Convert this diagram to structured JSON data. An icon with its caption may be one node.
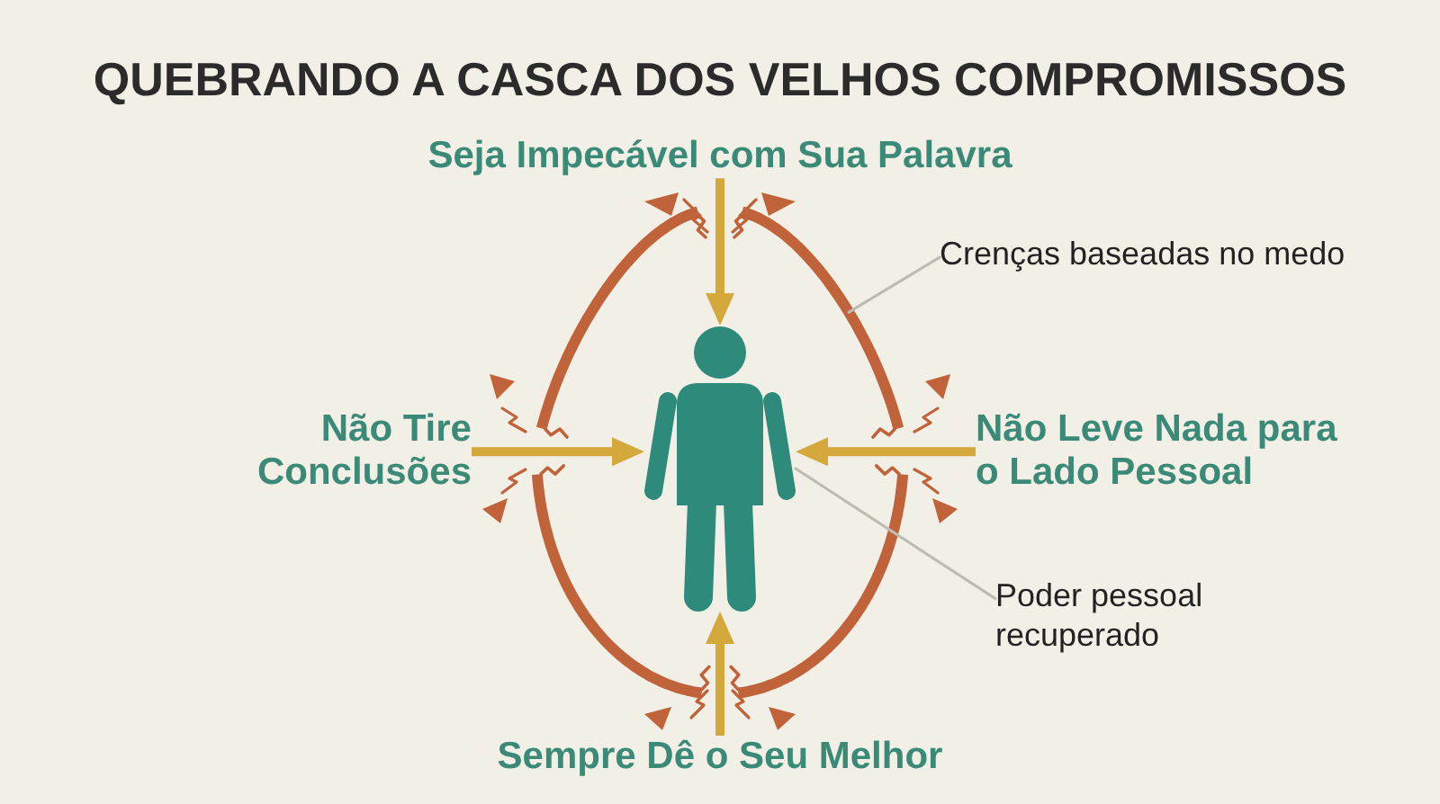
{
  "diagram": {
    "title": "QUEBRANDO A CASCA DOS VELHOS COMPROMISSOS",
    "nodes": [
      {
        "text": [
          "Seja Impecável com Sua Palavra"
        ]
      },
      {
        "text": [
          "Crenças baseadas no medo"
        ]
      },
      {
        "text": [],
        "shape": "egg"
      },
      {
        "text": [
          "Não Tire Conclusões"
        ]
      },
      {
        "text": [],
        "shape": "person",
        "in": 2
      },
      {
        "text": [
          "Não Leve Nada para o Lado Pessoal"
        ]
      },
      {
        "text": [
          "Poder pessoal recuperado"
        ]
      },
      {
        "text": [
          "Sempre Dê o Seu Melhor"
        ]
      }
    ],
    "edges": [
      {
        "from": 0,
        "to": 4,
        "arrow": "to"
      },
      {
        "from": 3,
        "to": 4,
        "arrow": "to"
      },
      {
        "from": 5,
        "to": 4,
        "arrow": "to"
      },
      {
        "from": 7,
        "to": 4,
        "arrow": "to"
      },
      {
        "from": 1,
        "to": 2,
        "arrow": "none",
        "color": "#bdbcb3"
      },
      {
        "from": 6,
        "to": 4,
        "arrow": "none",
        "color": "#bdbcb3"
      }
    ]
  }
}
